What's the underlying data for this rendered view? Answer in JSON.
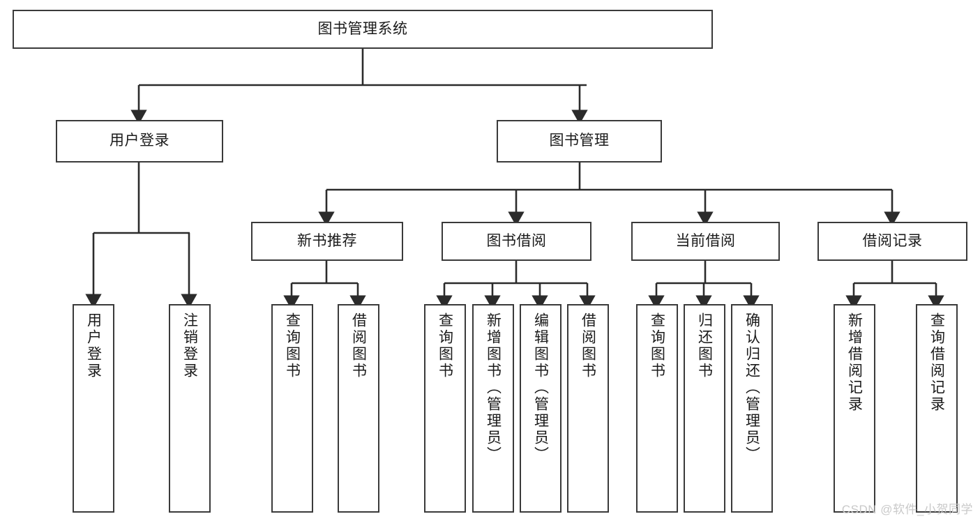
{
  "diagram": {
    "type": "tree-hierarchy",
    "title": "图书管理系统",
    "watermark": "CSDN @软件_小贺同学",
    "colors": {
      "box_border": "#3a3a3a",
      "box_fill": "#ffffff",
      "connector": "#2b2b2b",
      "text": "#1a1a1a",
      "watermark": "#c9c9c9",
      "background": "#ffffff"
    },
    "levels": {
      "root": {
        "label": "图书管理系统"
      },
      "level2": [
        {
          "label": "用户登录"
        },
        {
          "label": "图书管理"
        }
      ],
      "level3": [
        {
          "label": "新书推荐"
        },
        {
          "label": "图书借阅"
        },
        {
          "label": "当前借阅"
        },
        {
          "label": "借阅记录"
        }
      ],
      "leaves": [
        {
          "label": "用户登录",
          "parent": "用户登录"
        },
        {
          "label": "注销登录",
          "parent": "用户登录"
        },
        {
          "label": "查询图书",
          "parent": "新书推荐"
        },
        {
          "label": "借阅图书",
          "parent": "新书推荐"
        },
        {
          "label": "查询图书",
          "parent": "图书借阅"
        },
        {
          "label": "新增图书（管理员）",
          "parent": "图书借阅"
        },
        {
          "label": "编辑图书（管理员）",
          "parent": "图书借阅"
        },
        {
          "label": "借阅图书",
          "parent": "图书借阅"
        },
        {
          "label": "查询图书",
          "parent": "当前借阅"
        },
        {
          "label": "归还图书",
          "parent": "当前借阅"
        },
        {
          "label": "确认归还（管理员）",
          "parent": "当前借阅"
        },
        {
          "label": "新增借阅记录",
          "parent": "借阅记录"
        },
        {
          "label": "查询借阅记录",
          "parent": "借阅记录"
        }
      ]
    }
  }
}
